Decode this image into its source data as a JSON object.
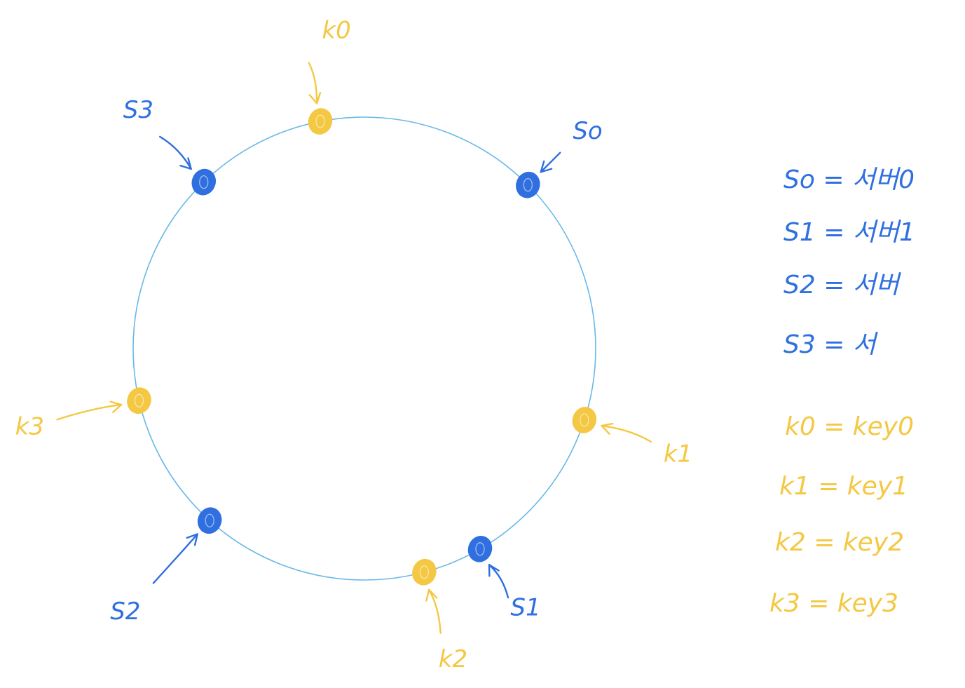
{
  "colors": {
    "ring": "#6ab8e8",
    "server": "#2f6fe0",
    "key": "#f4c843",
    "background": "#ffffff"
  },
  "servers": [
    {
      "id": "s0",
      "label": "So",
      "angle_deg": 45
    },
    {
      "id": "s1",
      "label": "S1",
      "angle_deg": 150
    },
    {
      "id": "s2",
      "label": "S2",
      "angle_deg": 222
    },
    {
      "id": "s3",
      "label": "S3",
      "angle_deg": 316
    }
  ],
  "keys": [
    {
      "id": "k0",
      "label": "k0",
      "angle_deg": 349
    },
    {
      "id": "k1",
      "label": "k1",
      "angle_deg": 108
    },
    {
      "id": "k2",
      "label": "k2",
      "angle_deg": 165
    },
    {
      "id": "k3",
      "label": "k3",
      "angle_deg": 257
    }
  ],
  "legend": {
    "servers": [
      "So = 서버0",
      "S1 = 서버1",
      "S2 = 서버",
      "S3 = 서"
    ],
    "keys": [
      "k0 = key0",
      "k1 = key1",
      "k2 = key2",
      "k3 = key3"
    ]
  }
}
